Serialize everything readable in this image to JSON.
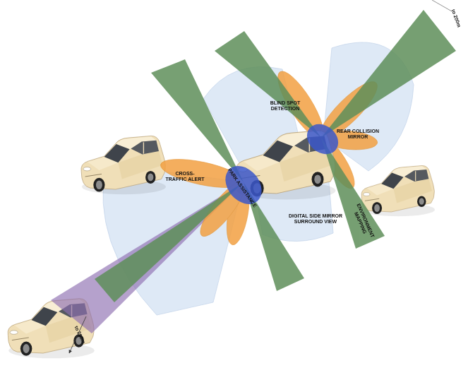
{
  "diagram": {
    "labels": [
      "to 200m",
      "BLIND SPOT DETECTION",
      "REAR COLLISION MIRROR",
      "CROSS-TRAFFIC ALERT",
      "PARK ASSISTANCE",
      "DIGITAL SIDE MIRROR SURROUND VIEW",
      "ENVIRONMENT MAPPING",
      "to 200m"
    ]
  }
}
